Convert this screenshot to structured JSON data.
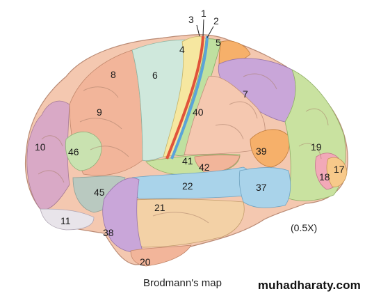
{
  "areas": [
    {
      "id": "area-1",
      "label": "1"
    },
    {
      "id": "area-2",
      "label": "2"
    },
    {
      "id": "area-3",
      "label": "3"
    },
    {
      "id": "area-4",
      "label": "4"
    },
    {
      "id": "area-5",
      "label": "5"
    },
    {
      "id": "area-6",
      "label": "6"
    },
    {
      "id": "area-7",
      "label": "7"
    },
    {
      "id": "area-8",
      "label": "8"
    },
    {
      "id": "area-9",
      "label": "9"
    },
    {
      "id": "area-10",
      "label": "10"
    },
    {
      "id": "area-11",
      "label": "11"
    },
    {
      "id": "area-17",
      "label": "17"
    },
    {
      "id": "area-18",
      "label": "18"
    },
    {
      "id": "area-19",
      "label": "19"
    },
    {
      "id": "area-20",
      "label": "20"
    },
    {
      "id": "area-21",
      "label": "21"
    },
    {
      "id": "area-22",
      "label": "22"
    },
    {
      "id": "area-37",
      "label": "37"
    },
    {
      "id": "area-38",
      "label": "38"
    },
    {
      "id": "area-39",
      "label": "39"
    },
    {
      "id": "area-40",
      "label": "40"
    },
    {
      "id": "area-41",
      "label": "41"
    },
    {
      "id": "area-42",
      "label": "42"
    },
    {
      "id": "area-45",
      "label": "45"
    },
    {
      "id": "area-46",
      "label": "46"
    }
  ],
  "scale": "(0.5X)",
  "caption": "Brodmann's map",
  "watermark": "muhadharaty.com",
  "colors": {
    "prefrontal": "#f2b59a",
    "frontal_pole": "#d9a9c6",
    "premotor": "#cfe8dc",
    "motor": "#f6e7a0",
    "somatosensory": "#bfe0a0",
    "parietal": "#c9a6d9",
    "supramarginal": "#f5c8b0",
    "angular": "#f6b06a",
    "occipital": "#c9e2a0",
    "visual": "#f7c98a",
    "temporal_sup": "#a9d3ea",
    "temporal_mid": "#f3d1a6",
    "temporal_pole": "#c9a6d9",
    "central_red": "#e0533a",
    "central_blue": "#5aa4d9"
  }
}
